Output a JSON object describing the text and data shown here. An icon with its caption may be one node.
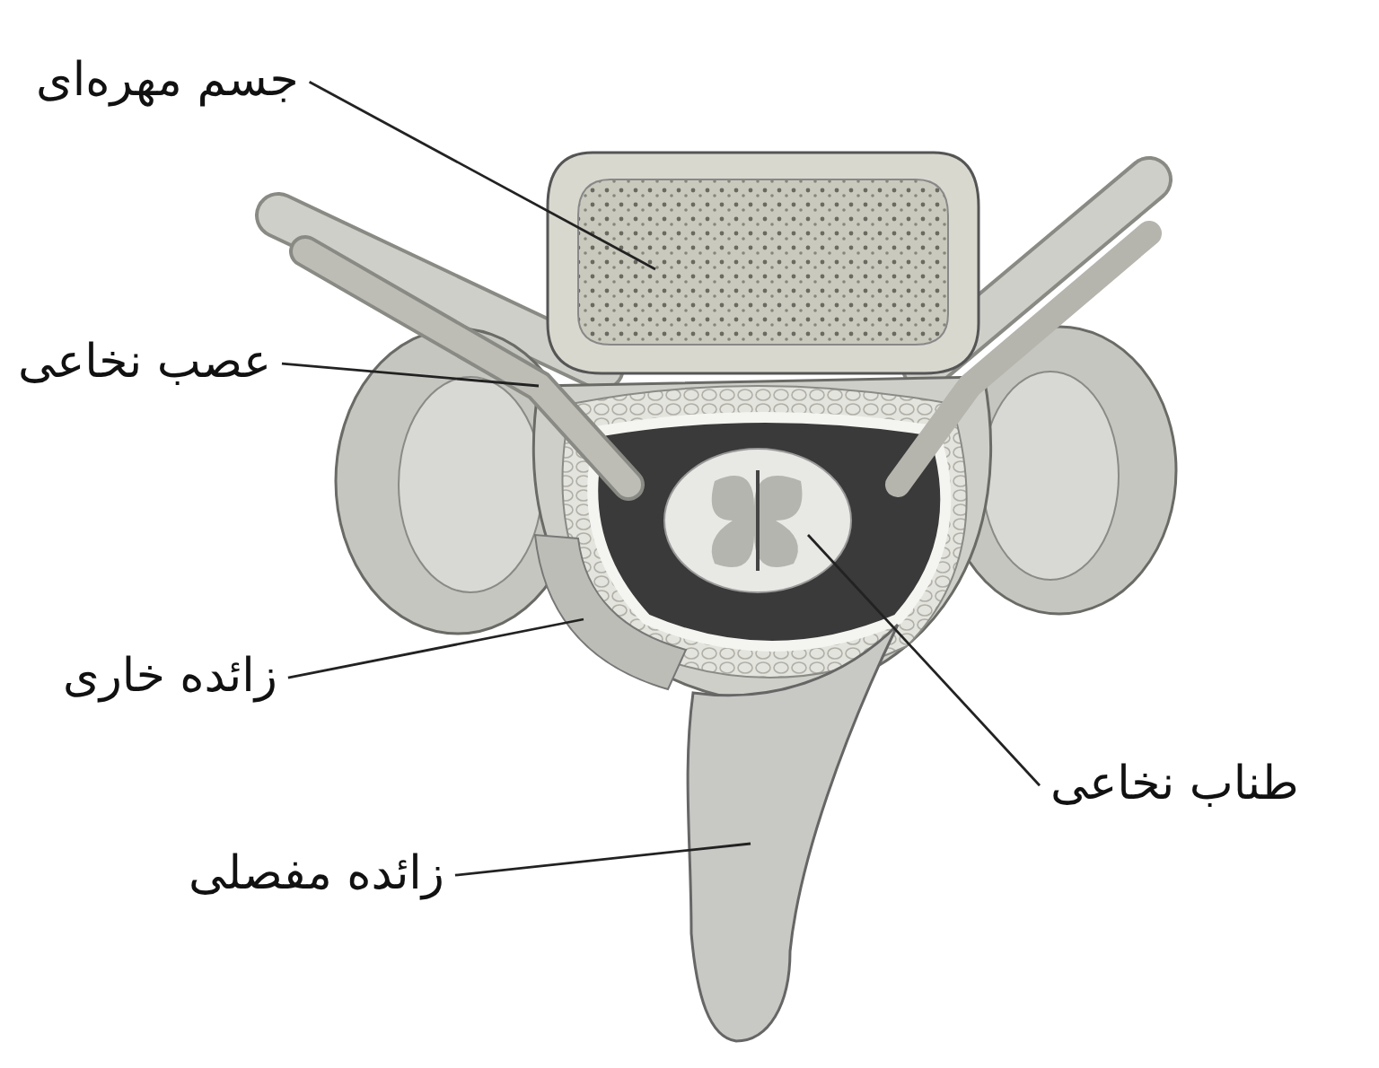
{
  "diagram": {
    "nodes": [
      {
        "text": [
          "جسم مهره‌ای"
        ]
      },
      {
        "text": [
          "عصب نخاعی"
        ]
      },
      {
        "text": [
          "زائده خاری"
        ]
      },
      {
        "text": [
          "طناب نخاعی"
        ]
      },
      {
        "text": [
          "زائده مفصلی"
        ]
      },
      {
        "text": [],
        "shape": "picture"
      },
      {
        "text": [],
        "shape": "picture"
      },
      {
        "text": [],
        "shape": "picture"
      },
      {
        "text": [],
        "shape": "picture"
      },
      {
        "text": [],
        "shape": "picture"
      }
    ],
    "edges": [
      {
        "from": 0,
        "to": 5,
        "arrow": "none"
      },
      {
        "from": 1,
        "to": 6,
        "arrow": "none"
      },
      {
        "from": 2,
        "to": 7,
        "arrow": "none"
      },
      {
        "from": 3,
        "to": 8,
        "arrow": "none"
      },
      {
        "from": 4,
        "to": 9,
        "arrow": "none"
      }
    ]
  }
}
